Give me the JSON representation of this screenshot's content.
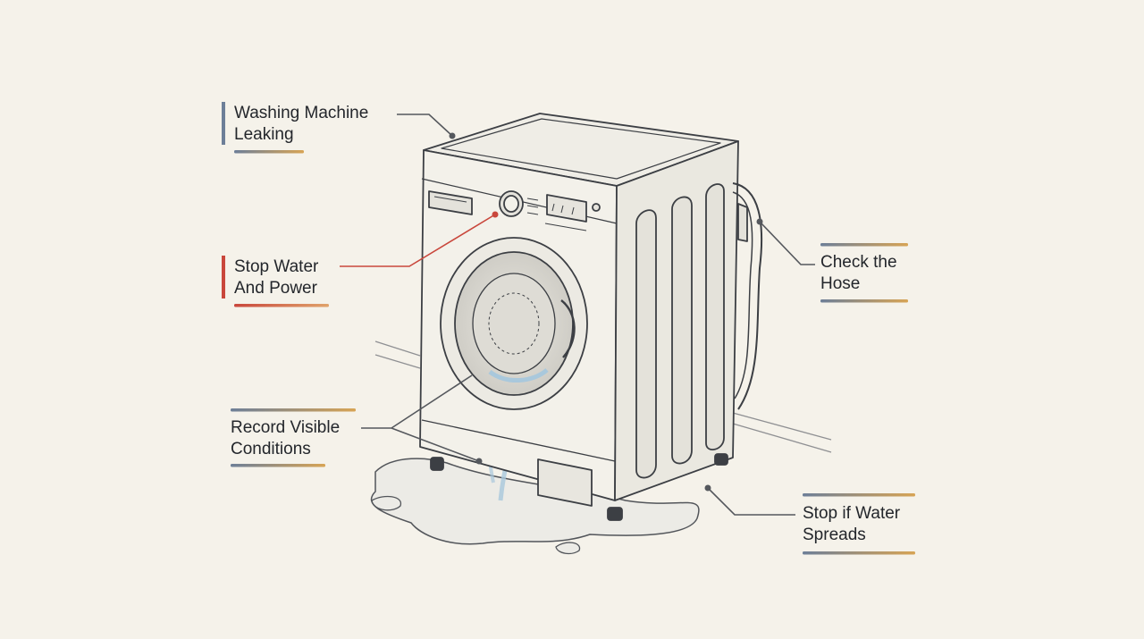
{
  "colors": {
    "background": "#f5f2ea",
    "ink": "#3c3f44",
    "text": "#23262b",
    "accent_blue": "#6d7f98",
    "accent_orange": "#d7a455",
    "accent_red": "#c9473c",
    "water": "#a9c8dc"
  },
  "callouts": [
    {
      "id": "washing-machine-leaking",
      "lines": [
        "Washing Machine",
        "Leaking"
      ],
      "accent": "blue"
    },
    {
      "id": "stop-water-and-power",
      "lines": [
        "Stop Water",
        "And Power"
      ],
      "accent": "red"
    },
    {
      "id": "record-visible-conditions",
      "lines": [
        "Record Visible",
        "Conditions"
      ],
      "accent": "blue"
    },
    {
      "id": "check-the-hose",
      "lines": [
        "Check the",
        "Hose"
      ],
      "accent": "blue"
    },
    {
      "id": "stop-if-water-spreads",
      "lines": [
        "Stop if Water",
        "Spreads"
      ],
      "accent": "blue"
    }
  ],
  "icons": {
    "machine": "washing-machine-illustration",
    "leak": "water-puddle",
    "hose": "inlet-hose"
  }
}
